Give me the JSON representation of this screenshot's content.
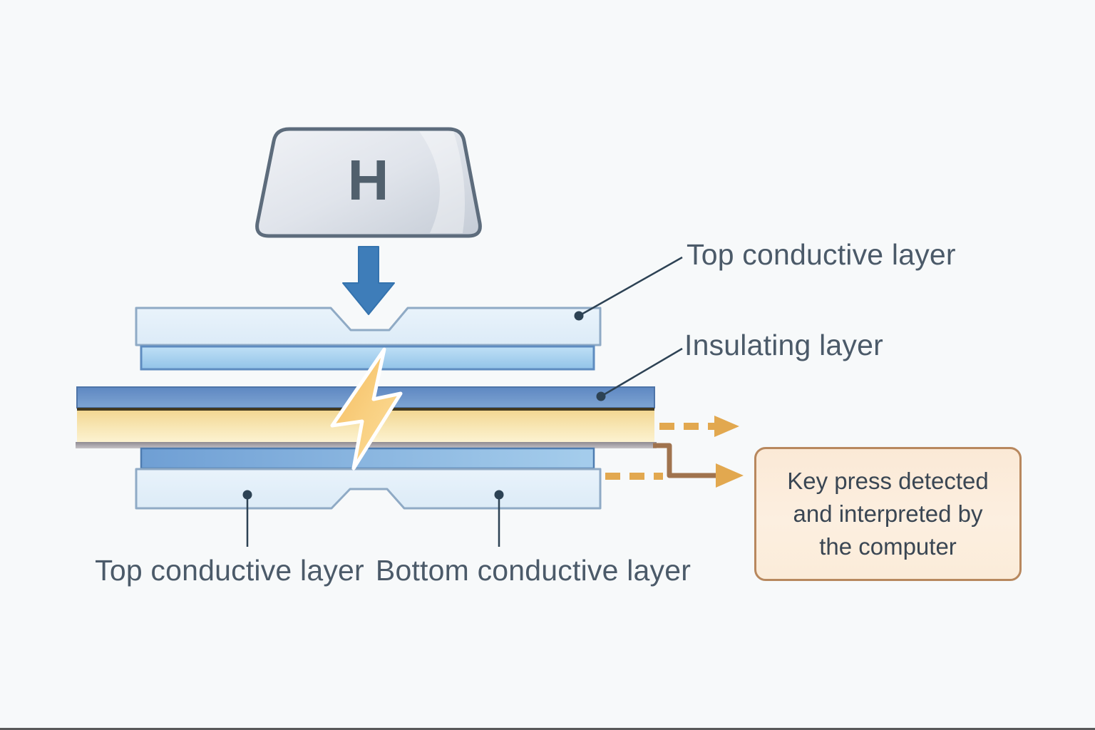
{
  "keycap": {
    "letter": "H"
  },
  "labels": {
    "top_right": "Top conductive layer",
    "insulating": "Insulating layer",
    "bottom_left": "Top conductive layer",
    "bottom_mid": "Bottom conductive layer"
  },
  "callout": {
    "line1": "Key press detected",
    "line2": "and interpreted by",
    "line3": "the computer",
    "full_text": "Key press detected and interpreted by the computer"
  },
  "icons": {
    "press_arrow": "down-arrow-icon",
    "spark": "lightning-bolt-icon"
  },
  "colors": {
    "background": "#f7f9fa",
    "keycap_fill": "#dde2e9",
    "keycap_border": "#5d6c7c",
    "key_letter": "#51606d",
    "press_arrow_blue": "#3e7db9",
    "pale_sheet_fill": "#e2eef8",
    "pale_sheet_border": "#8faac5",
    "light_blue_film": "#a5d0ee",
    "insulating_band": "#6a92c6",
    "olive_line": "#43391f",
    "contact_yellow": "#f6e0a6",
    "gray_strip": "#a39fa5",
    "bolt_gold": "#f3b14e",
    "leader_line": "#2d4254",
    "label_text": "#4b5a69",
    "dash_orange": "#e2a84f",
    "connector_brown": "#a0734e",
    "callout_fill": "#fbecd9",
    "callout_border": "#b8885e",
    "callout_text": "#3a4653"
  }
}
